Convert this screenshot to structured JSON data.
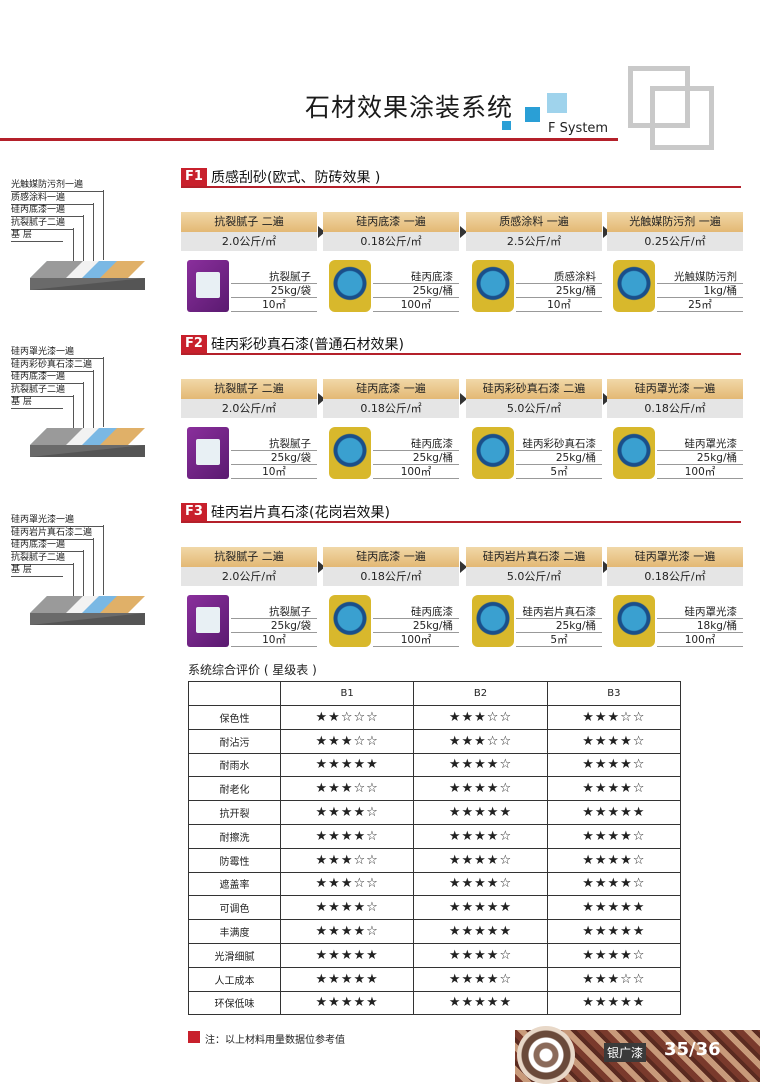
{
  "header": {
    "title": "石材效果涂装系统",
    "subtitle": "F System"
  },
  "sections": [
    {
      "tag": "F1",
      "title": "质感刮砂(欧式、防砖效果 )",
      "layers": [
        "光触媒防污剂一遍",
        "质感涂料一遍",
        "硅丙底漆一遍",
        "抗裂腻子二遍",
        "基 层"
      ],
      "steps": [
        {
          "name": "抗裂腻子 二遍",
          "dose": "2.0公斤/㎡"
        },
        {
          "name": "硅丙底漆 一遍",
          "dose": "0.18公斤/㎡"
        },
        {
          "name": "质感涂料 一遍",
          "dose": "2.5公斤/㎡"
        },
        {
          "name": "光触媒防污剂 一遍",
          "dose": "0.25公斤/㎡"
        }
      ],
      "products": [
        {
          "name": "抗裂腻子",
          "pack": "25kg/袋",
          "area": "10㎡",
          "type": "bag"
        },
        {
          "name": "硅丙底漆",
          "pack": "25kg/桶",
          "area": "100㎡",
          "type": "can"
        },
        {
          "name": "质感涂料",
          "pack": "25kg/桶",
          "area": "10㎡",
          "type": "can"
        },
        {
          "name": "光触媒防污剂",
          "pack": "1kg/桶",
          "area": "25㎡",
          "type": "can"
        }
      ]
    },
    {
      "tag": "F2",
      "title": "硅丙彩砂真石漆(普通石材效果)",
      "layers": [
        "硅丙罩光漆一遍",
        "硅丙彩砂真石漆二遍",
        "硅丙底漆一遍",
        "抗裂腻子二遍",
        "基 层"
      ],
      "steps": [
        {
          "name": "抗裂腻子 二遍",
          "dose": "2.0公斤/㎡"
        },
        {
          "name": "硅丙底漆 一遍",
          "dose": "0.18公斤/㎡"
        },
        {
          "name": "硅丙彩砂真石漆 二遍",
          "dose": "5.0公斤/㎡"
        },
        {
          "name": "硅丙罩光漆 一遍",
          "dose": "0.18公斤/㎡"
        }
      ],
      "products": [
        {
          "name": "抗裂腻子",
          "pack": "25kg/袋",
          "area": "10㎡",
          "type": "bag"
        },
        {
          "name": "硅丙底漆",
          "pack": "25kg/桶",
          "area": "100㎡",
          "type": "can"
        },
        {
          "name": "硅丙彩砂真石漆",
          "pack": "25kg/桶",
          "area": "5㎡",
          "type": "can"
        },
        {
          "name": "硅丙罩光漆",
          "pack": "25kg/桶",
          "area": "100㎡",
          "type": "can"
        }
      ]
    },
    {
      "tag": "F3",
      "title": "硅丙岩片真石漆(花岗岩效果)",
      "layers": [
        "硅丙罩光漆一遍",
        "硅丙岩片真石漆二遍",
        "硅丙底漆一遍",
        "抗裂腻子二遍",
        "基 层"
      ],
      "steps": [
        {
          "name": "抗裂腻子 二遍",
          "dose": "2.0公斤/㎡"
        },
        {
          "name": "硅丙底漆 一遍",
          "dose": "0.18公斤/㎡"
        },
        {
          "name": "硅丙岩片真石漆 二遍",
          "dose": "5.0公斤/㎡"
        },
        {
          "name": "硅丙罩光漆 一遍",
          "dose": "0.18公斤/㎡"
        }
      ],
      "products": [
        {
          "name": "抗裂腻子",
          "pack": "25kg/袋",
          "area": "10㎡",
          "type": "bag"
        },
        {
          "name": "硅丙底漆",
          "pack": "25kg/桶",
          "area": "100㎡",
          "type": "can"
        },
        {
          "name": "硅丙岩片真石漆",
          "pack": "25kg/桶",
          "area": "5㎡",
          "type": "can"
        },
        {
          "name": "硅丙罩光漆",
          "pack": "18kg/桶",
          "area": "100㎡",
          "type": "can"
        }
      ]
    }
  ],
  "rating": {
    "title": "系统综合评价 ( 星级表 )",
    "columns": [
      "B1",
      "B2",
      "B3"
    ],
    "rows": [
      {
        "attr": "保色性",
        "b1": "★★☆☆☆",
        "b2": "★★★☆☆",
        "b3": "★★★☆☆"
      },
      {
        "attr": "耐沾污",
        "b1": "★★★☆☆",
        "b2": "★★★☆☆",
        "b3": "★★★★☆"
      },
      {
        "attr": "耐雨水",
        "b1": "★★★★★",
        "b2": "★★★★☆",
        "b3": "★★★★☆"
      },
      {
        "attr": "耐老化",
        "b1": "★★★☆☆",
        "b2": "★★★★☆",
        "b3": "★★★★☆"
      },
      {
        "attr": "抗开裂",
        "b1": "★★★★☆",
        "b2": "★★★★★",
        "b3": "★★★★★"
      },
      {
        "attr": "耐擦洗",
        "b1": "★★★★☆",
        "b2": "★★★★☆",
        "b3": "★★★★☆"
      },
      {
        "attr": "防霉性",
        "b1": "★★★☆☆",
        "b2": "★★★★☆",
        "b3": "★★★★☆"
      },
      {
        "attr": "遮盖率",
        "b1": "★★★☆☆",
        "b2": "★★★★☆",
        "b3": "★★★★☆"
      },
      {
        "attr": "可调色",
        "b1": "★★★★☆",
        "b2": "★★★★★",
        "b3": "★★★★★"
      },
      {
        "attr": "丰满度",
        "b1": "★★★★☆",
        "b2": "★★★★★",
        "b3": "★★★★★"
      },
      {
        "attr": "光滑细腻",
        "b1": "★★★★★",
        "b2": "★★★★☆",
        "b3": "★★★★☆"
      },
      {
        "attr": "人工成本",
        "b1": "★★★★★",
        "b2": "★★★★☆",
        "b3": "★★★☆☆"
      },
      {
        "attr": "环保低味",
        "b1": "★★★★★",
        "b2": "★★★★★",
        "b3": "★★★★★"
      }
    ]
  },
  "note": "注：以上材料用量数据位参考值",
  "footer": {
    "brand": "银广漆",
    "page": "35/36"
  },
  "colors": {
    "accent": "#b4202a",
    "tag": "#c8202c",
    "step_top": "#e3b874",
    "square_blue": "#2a9fd6"
  }
}
